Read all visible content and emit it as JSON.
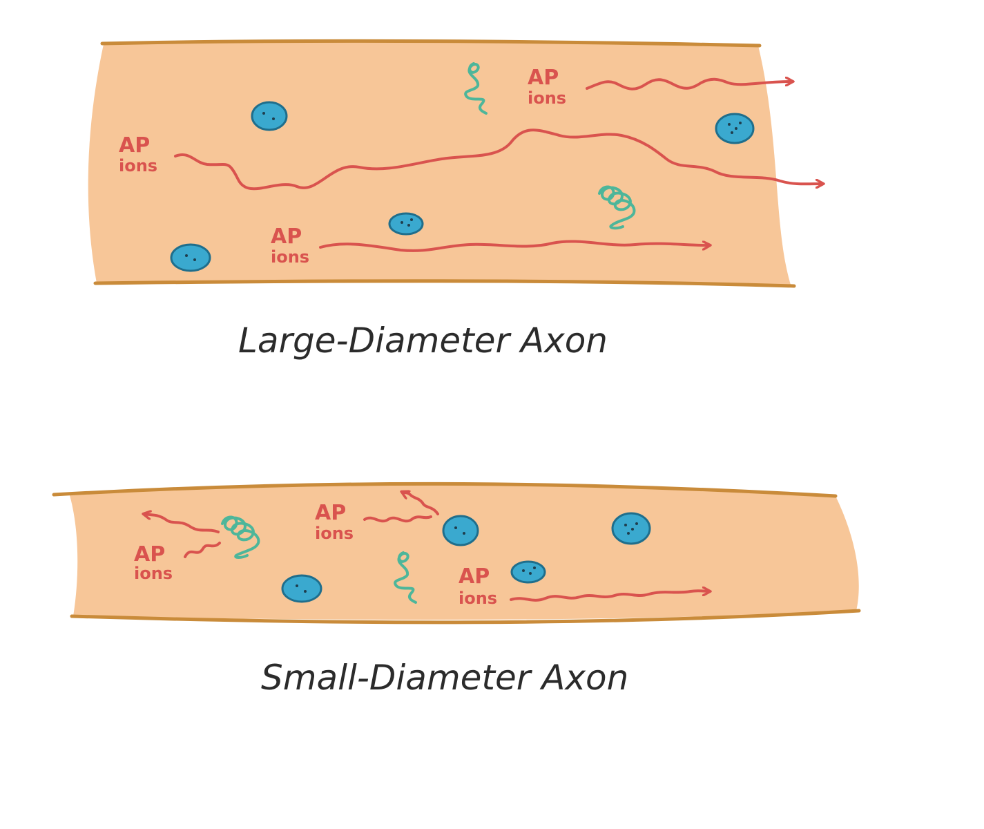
{
  "colors": {
    "axon_fill": "#F7C698",
    "axon_border": "#C98B3A",
    "signal": "#D9534E",
    "organelle": "#3AA9CF",
    "organelle_outline": "#1F6E8C",
    "coil": "#4DB69A",
    "caption": "#2B2B2B",
    "background": "#FFFFFF"
  },
  "icons": {
    "organelle": "blue-organelle-icon",
    "coil": "green-coil-icon",
    "arrow": "red-wavy-arrow-icon"
  },
  "large_axon": {
    "caption": "Large-Diameter Axon",
    "signals": [
      {
        "ap": "AP",
        "ions": "ions"
      },
      {
        "ap": "AP",
        "ions": "ions"
      },
      {
        "ap": "AP",
        "ions": "ions"
      }
    ]
  },
  "small_axon": {
    "caption": "Small-Diameter Axon",
    "signals": [
      {
        "ap": "AP",
        "ions": "ions"
      },
      {
        "ap": "AP",
        "ions": "ions"
      },
      {
        "ap": "AP",
        "ions": "ions"
      }
    ]
  }
}
